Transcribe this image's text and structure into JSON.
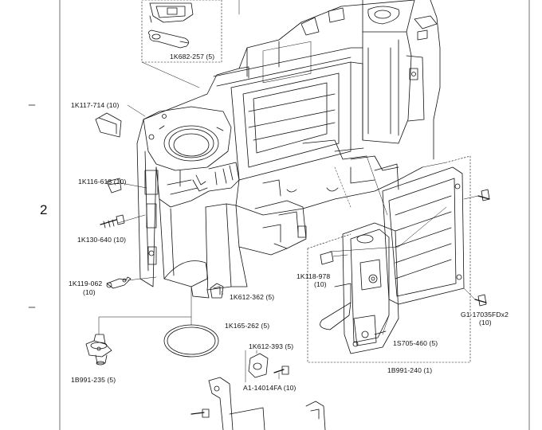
{
  "sheet_number": "2",
  "part_labels": [
    {
      "id": "p1",
      "text": "1K682-257 (5)"
    },
    {
      "id": "p2",
      "text": "1K117-714 (10)"
    },
    {
      "id": "p3",
      "text": "1K116-618 (10)"
    },
    {
      "id": "p4",
      "text": "1K130-640 (10)"
    },
    {
      "id": "p5",
      "text": "1K119-062"
    },
    {
      "id": "p5b",
      "text": "(10)"
    },
    {
      "id": "p6",
      "text": "1K612-362 (5)"
    },
    {
      "id": "p7",
      "text": "1K165-262 (5)"
    },
    {
      "id": "p8",
      "text": "1B991-235 (5)"
    },
    {
      "id": "p9",
      "text": "1K612-393 (5)"
    },
    {
      "id": "p10",
      "text": "A1-14014FA (10)"
    },
    {
      "id": "p11",
      "text": "1K118-978"
    },
    {
      "id": "p11b",
      "text": "(10)"
    },
    {
      "id": "p12",
      "text": "1S705-460 (5)"
    },
    {
      "id": "p13",
      "text": "1B991-240 (1)"
    },
    {
      "id": "p14",
      "text": "G1-17035FDx2"
    },
    {
      "id": "p14b",
      "text": "(10)"
    }
  ]
}
